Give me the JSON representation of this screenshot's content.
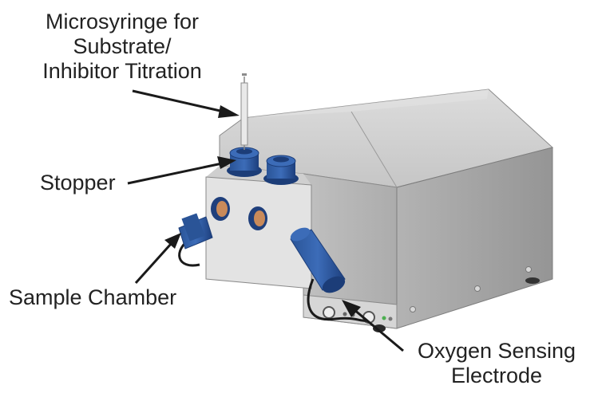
{
  "labels": {
    "microsyringe": [
      "Microsyringe for",
      "Substrate/",
      "Inhibitor Titration"
    ],
    "stopper": "Stopper",
    "sample_chamber": "Sample Chamber",
    "oxygen_electrode": [
      "Oxygen Sensing",
      "Electrode"
    ]
  },
  "colors": {
    "body_top": "#d2d2d2",
    "body_front": "#b9b9b9",
    "body_side": "#a3a3a3",
    "panel": "#e3e3e3",
    "blue": "#2f5fa6",
    "blue_dark": "#1c3d78",
    "window": "#c98a5a",
    "arrow": "#1a1a1a"
  }
}
